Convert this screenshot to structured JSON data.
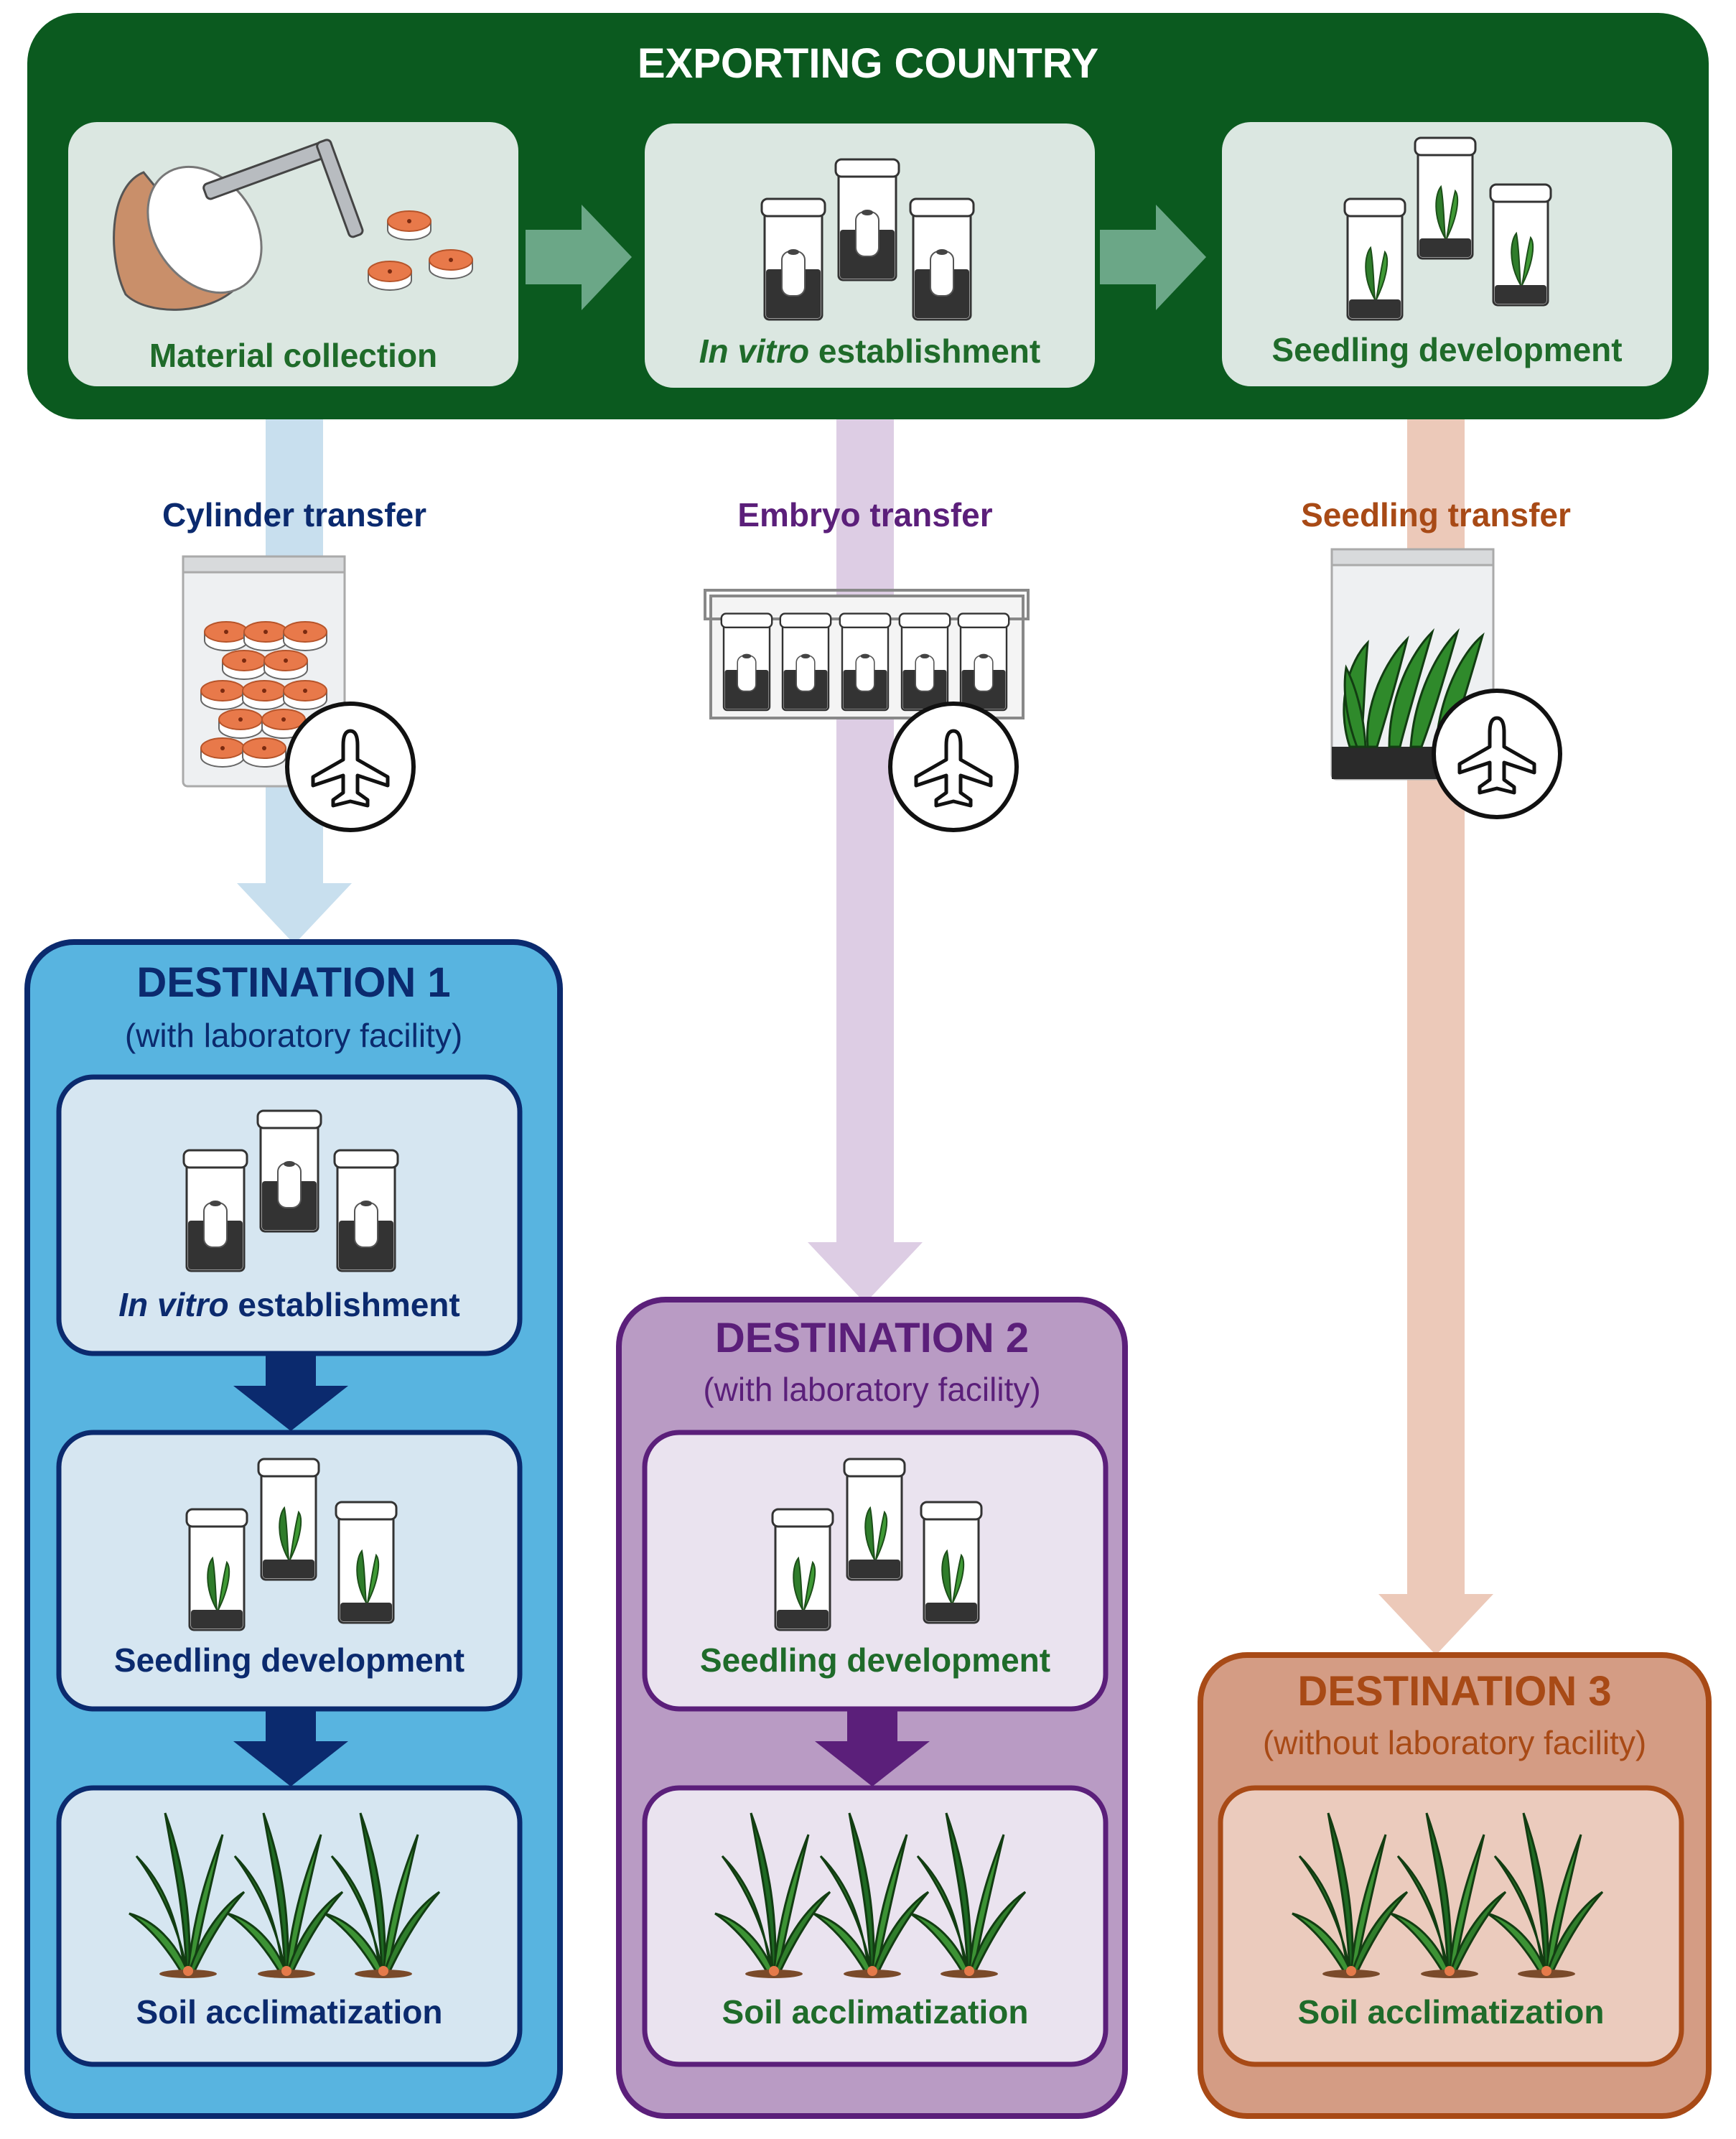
{
  "colors": {
    "export_dark": "#0b5a1f",
    "export_panel": "#dbe7e1",
    "export_text": "#1f6b2a",
    "export_arrow": "#6ba787",
    "dest1_fill": "#58b4e0",
    "dest1_border": "#0b2a6e",
    "dest1_panel": "#d6e6f1",
    "dest1_text": "#0b2a6e",
    "dest1_arrow": "#c8dfee",
    "dest2_fill": "#b99bc4",
    "dest2_border": "#5b1f7a",
    "dest2_panel": "#eae3ef",
    "dest2_text": "#5b1f7a",
    "dest2_arrow": "#ddcde4",
    "dest3_fill": "#d49c84",
    "dest3_border": "#a84a16",
    "dest3_panel": "#ebcbbd",
    "dest3_text": "#a84a16",
    "dest3_arrow": "#ecc9b9"
  },
  "exporting": {
    "title": "EXPORTING COUNTRY",
    "steps": [
      {
        "label": "Material collection"
      },
      {
        "label_italic": "In vitro",
        "label_rest": " establishment"
      },
      {
        "label": "Seedling development"
      }
    ]
  },
  "transfers": [
    {
      "label": "Cylinder transfer",
      "icon": "airplane-icon"
    },
    {
      "label": "Embryo transfer",
      "icon": "airplane-icon"
    },
    {
      "label": "Seedling transfer",
      "icon": "airplane-icon"
    }
  ],
  "destinations": [
    {
      "title": "DESTINATION 1",
      "subtitle": "(with laboratory facility)",
      "steps": [
        {
          "label_italic": "In vitro",
          "label_rest": " establishment"
        },
        {
          "label": "Seedling development"
        },
        {
          "label": "Soil acclimatization"
        }
      ]
    },
    {
      "title": "DESTINATION 2",
      "subtitle": "(with laboratory facility)",
      "steps": [
        {
          "label": "Seedling development"
        },
        {
          "label": "Soil acclimatization"
        }
      ]
    },
    {
      "title": "DESTINATION 3",
      "subtitle": "(without laboratory facility)",
      "steps": [
        {
          "label": "Soil acclimatization"
        }
      ]
    }
  ]
}
